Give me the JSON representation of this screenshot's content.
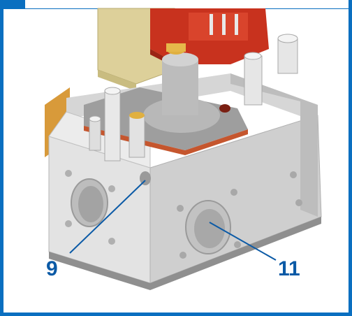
{
  "figure": {
    "subject": "gas-valve-assembly",
    "callouts": [
      {
        "number": "9"
      },
      {
        "number": "11"
      }
    ]
  },
  "colors": {
    "frame": "#0a6fc0",
    "callout": "#0b5aa6",
    "body_light": "#e6e6e6",
    "body_mid": "#c9c9c9",
    "body_dark": "#9b9b9b",
    "connector_red": "#c8321e",
    "coil_yellow": "#ddd09a",
    "gasket_orange": "#c5562e"
  }
}
